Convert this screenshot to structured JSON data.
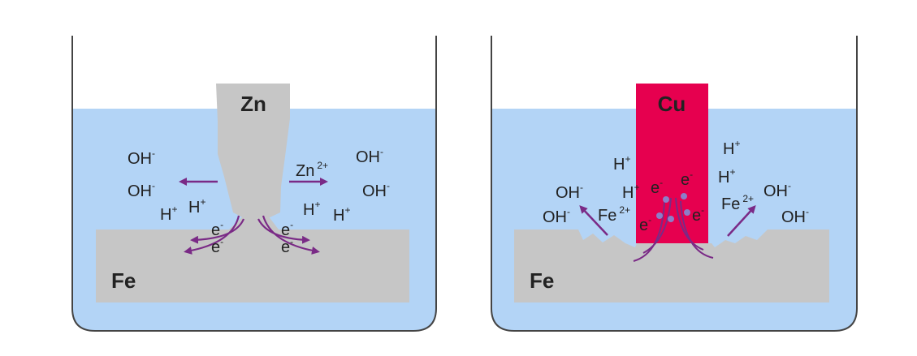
{
  "colors": {
    "electrolyte": "#b3d4f6",
    "beaker_stroke": "#444444",
    "metal_gray": "#c6c6c6",
    "copper": "#e6004f",
    "arrow": "#7a2a86",
    "electron_dot": "#8c7ec8"
  },
  "icons": [
    "beaker",
    "curved-arrow",
    "straight-arrow"
  ],
  "left": {
    "electrode": "Zn",
    "base": "Fe",
    "ion_zn": "Zn",
    "ion_zn_charge": "2+",
    "oh": "OH",
    "oh_sup": "-",
    "h": "H",
    "h_sup": "+",
    "e": "e",
    "e_sup": "-"
  },
  "right": {
    "electrode": "Cu",
    "base": "Fe",
    "ion_fe": "Fe",
    "ion_fe_charge": "2+",
    "oh": "OH",
    "oh_sup": "-",
    "h": "H",
    "h_sup": "+",
    "e": "e",
    "e_sup": "-"
  }
}
